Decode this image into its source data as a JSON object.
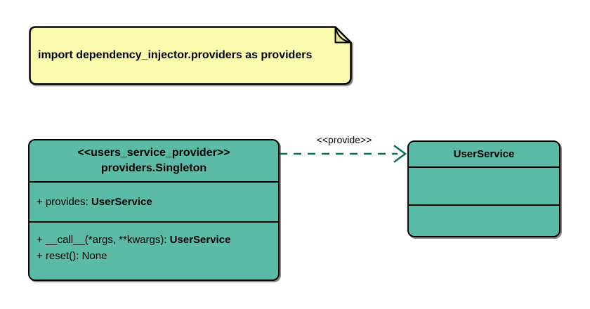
{
  "diagram": {
    "note": {
      "text": "import dependency_injector.providers as providers"
    },
    "provider_class": {
      "stereotype": "<<users_service_provider>>",
      "name": "providers.Singleton",
      "attributes": [
        {
          "text": "+ provides: ",
          "type": "UserService"
        }
      ],
      "methods": [
        {
          "text": "+ __call__(*args, **kwargs): ",
          "type": "UserService"
        },
        {
          "text": "+ reset(): None",
          "type": ""
        }
      ]
    },
    "service_class": {
      "name": "UserService"
    },
    "edge": {
      "label": "<<provide>>"
    },
    "colors": {
      "class_fill": "#5BBBA7",
      "note_fill": "#FBFBAE",
      "note_fold": "#E6E69A",
      "arrow": "#0D6A56",
      "line": "#000000"
    }
  }
}
